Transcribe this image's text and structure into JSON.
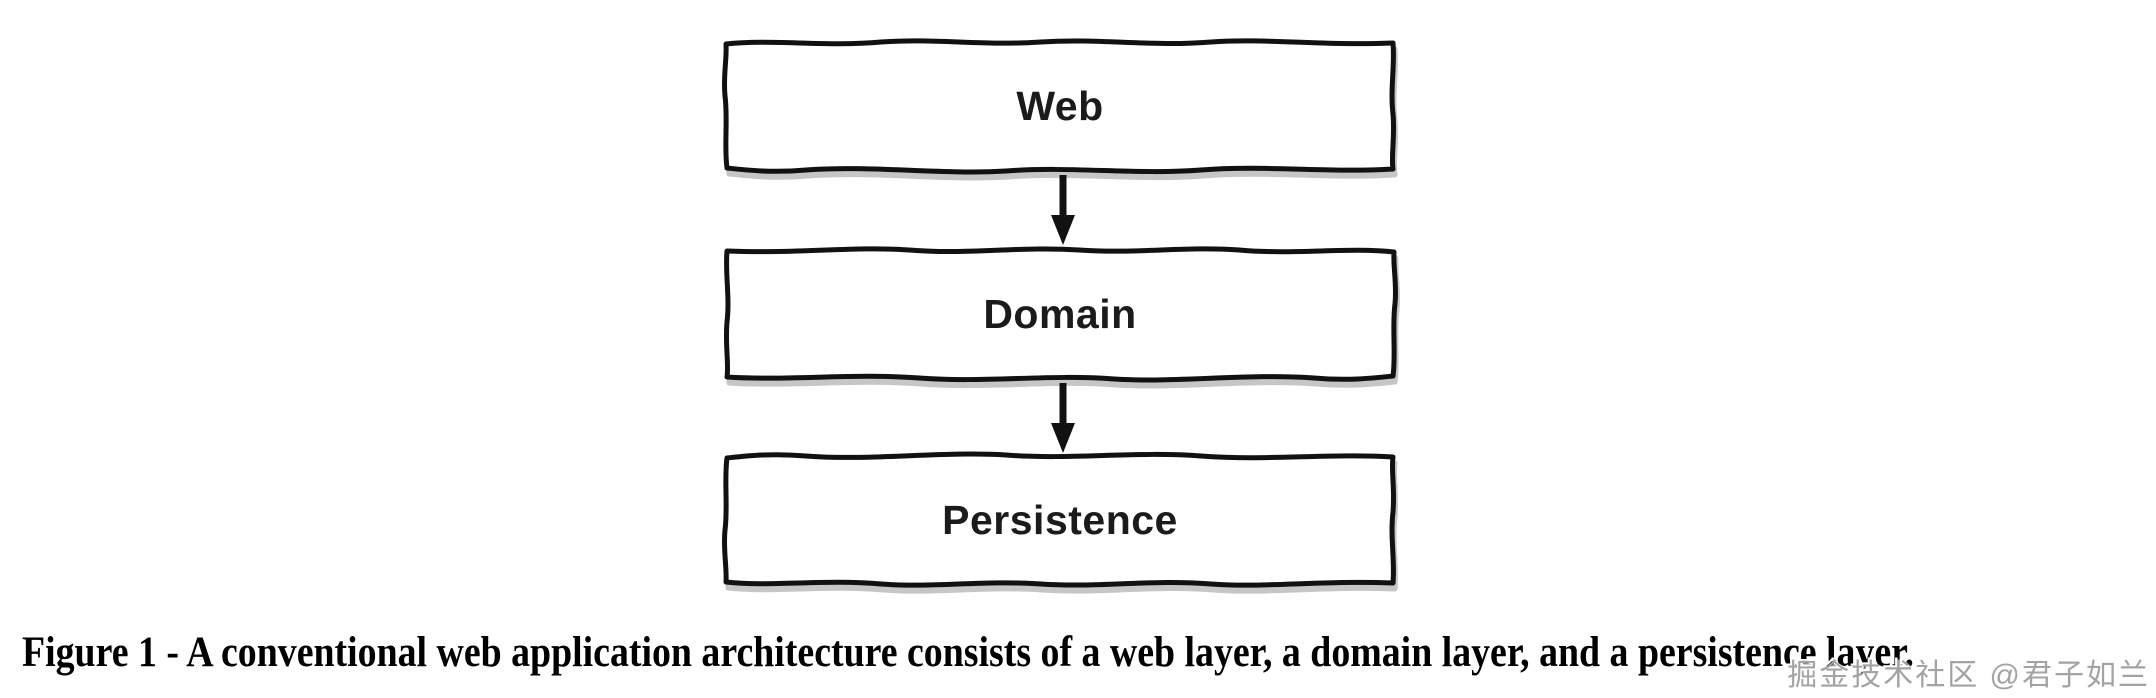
{
  "figure": {
    "boxes": [
      {
        "label": "Web"
      },
      {
        "label": "Domain"
      },
      {
        "label": "Persistence"
      }
    ],
    "connections": [
      {
        "from": "Web",
        "to": "Domain"
      },
      {
        "from": "Domain",
        "to": "Persistence"
      }
    ]
  },
  "caption": "Figure 1 - A conventional web application architecture consists of a web layer, a domain layer, and a persistence layer.",
  "watermark": "掘金技术社区 @君子如兰",
  "colors": {
    "box_border": "#111111",
    "box_fill": "#ffffff",
    "box_shadow": "#c6c6c6",
    "box_text": "#1b1b1b",
    "caption_text": "#000000",
    "watermark_text": "#a3a3a3",
    "background": "#ffffff"
  }
}
